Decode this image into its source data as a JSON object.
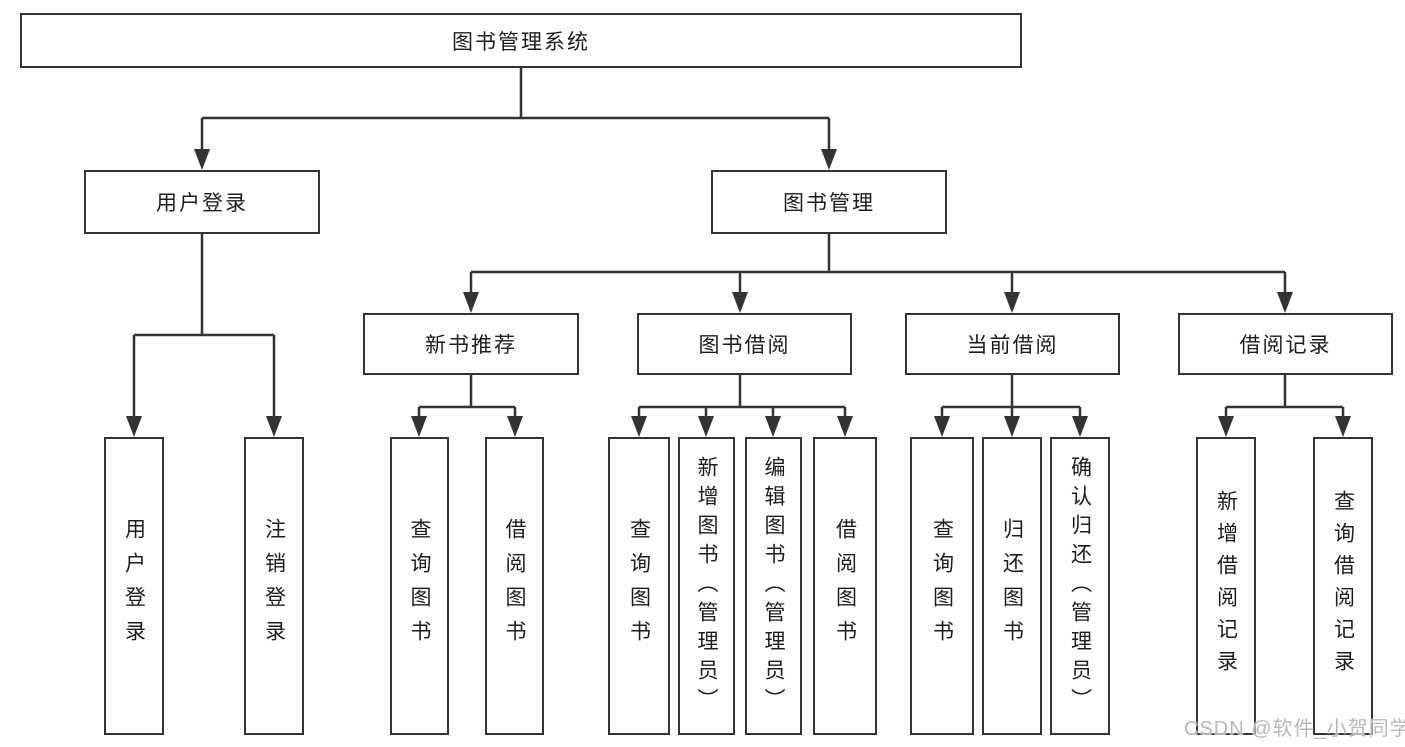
{
  "nodes": {
    "root": "图书管理系统",
    "l2": [
      "用户登录",
      "图书管理"
    ],
    "l3": [
      "新书推荐",
      "图书借阅",
      "当前借阅",
      "借阅记录"
    ],
    "leaves": [
      "用户登录",
      "注销登录",
      "查询图书",
      "借阅图书",
      "查询图书",
      "新增图书（管理员）",
      "编辑图书（管理员）",
      "借阅图书",
      "查询图书",
      "归还图书",
      "确认归还（管理员）",
      "新增借阅记录",
      "查询借阅记录"
    ]
  },
  "hierarchy": {
    "图书管理系统": {
      "用户登录": [
        "用户登录",
        "注销登录"
      ],
      "图书管理": {
        "新书推荐": [
          "查询图书",
          "借阅图书"
        ],
        "图书借阅": [
          "查询图书",
          "新增图书（管理员）",
          "编辑图书（管理员）",
          "借阅图书"
        ],
        "当前借阅": [
          "查询图书",
          "归还图书",
          "确认归还（管理员）"
        ],
        "借阅记录": [
          "新增借阅记录",
          "查询借阅记录"
        ]
      }
    }
  },
  "watermark": {
    "text": "CSDN @软件_小贺同学",
    "color": "#b8b8b8"
  },
  "style": {
    "line_color": "#333333",
    "box_border_color": "#333333",
    "text_color": "#1d1d1d",
    "background": "#ffffff"
  }
}
